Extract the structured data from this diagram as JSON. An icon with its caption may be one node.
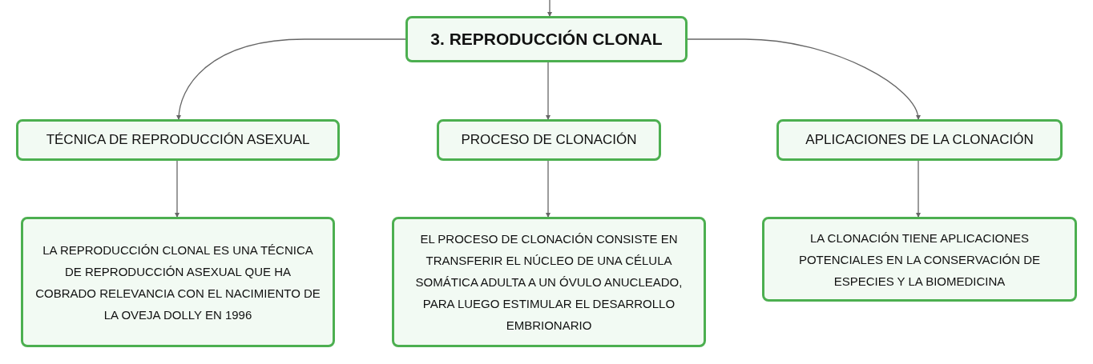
{
  "diagram": {
    "nodes": [
      {
        "text": [
          "3. REPRODUCCIÓN CLONAL"
        ]
      },
      {
        "text": [
          "TÉCNICA DE REPRODUCCIÓN ASEXUAL"
        ]
      },
      {
        "text": [
          "PROCESO DE CLONACIÓN"
        ]
      },
      {
        "text": [
          "APLICACIONES DE LA CLONACIÓN"
        ]
      },
      {
        "text": [
          "LA REPRODUCCIÓN CLONAL ES UNA TÉCNICA DE REPRODUCCIÓN ASEXUAL QUE HA COBRADO RELEVANCIA CON EL NACIMIENTO DE LA OVEJA DOLLY EN 1996"
        ]
      },
      {
        "text": [
          "EL PROCESO DE CLONACIÓN CONSISTE EN TRANSFERIR EL NÚCLEO DE UNA CÉLULA SOMÁTICA ADULTA A UN ÓVULO ANUCLEADO, PARA LUEGO ESTIMULAR EL DESARROLLO EMBRIONARIO"
        ]
      },
      {
        "text": [
          "LA CLONACIÓN TIENE APLICACIONES POTENCIALES EN LA CONSERVACIÓN DE ESPECIES Y LA BIOMEDICINA"
        ]
      }
    ],
    "edges": [
      {
        "from": null,
        "to": 0,
        "arrow": "to"
      },
      {
        "from": 0,
        "to": 1,
        "arrow": "to"
      },
      {
        "from": 0,
        "to": 2,
        "arrow": "to"
      },
      {
        "from": 0,
        "to": 3,
        "arrow": "to"
      },
      {
        "from": 1,
        "to": 4,
        "arrow": "to"
      },
      {
        "from": 2,
        "to": 5,
        "arrow": "to"
      },
      {
        "from": 3,
        "to": 6,
        "arrow": "to"
      }
    ]
  }
}
